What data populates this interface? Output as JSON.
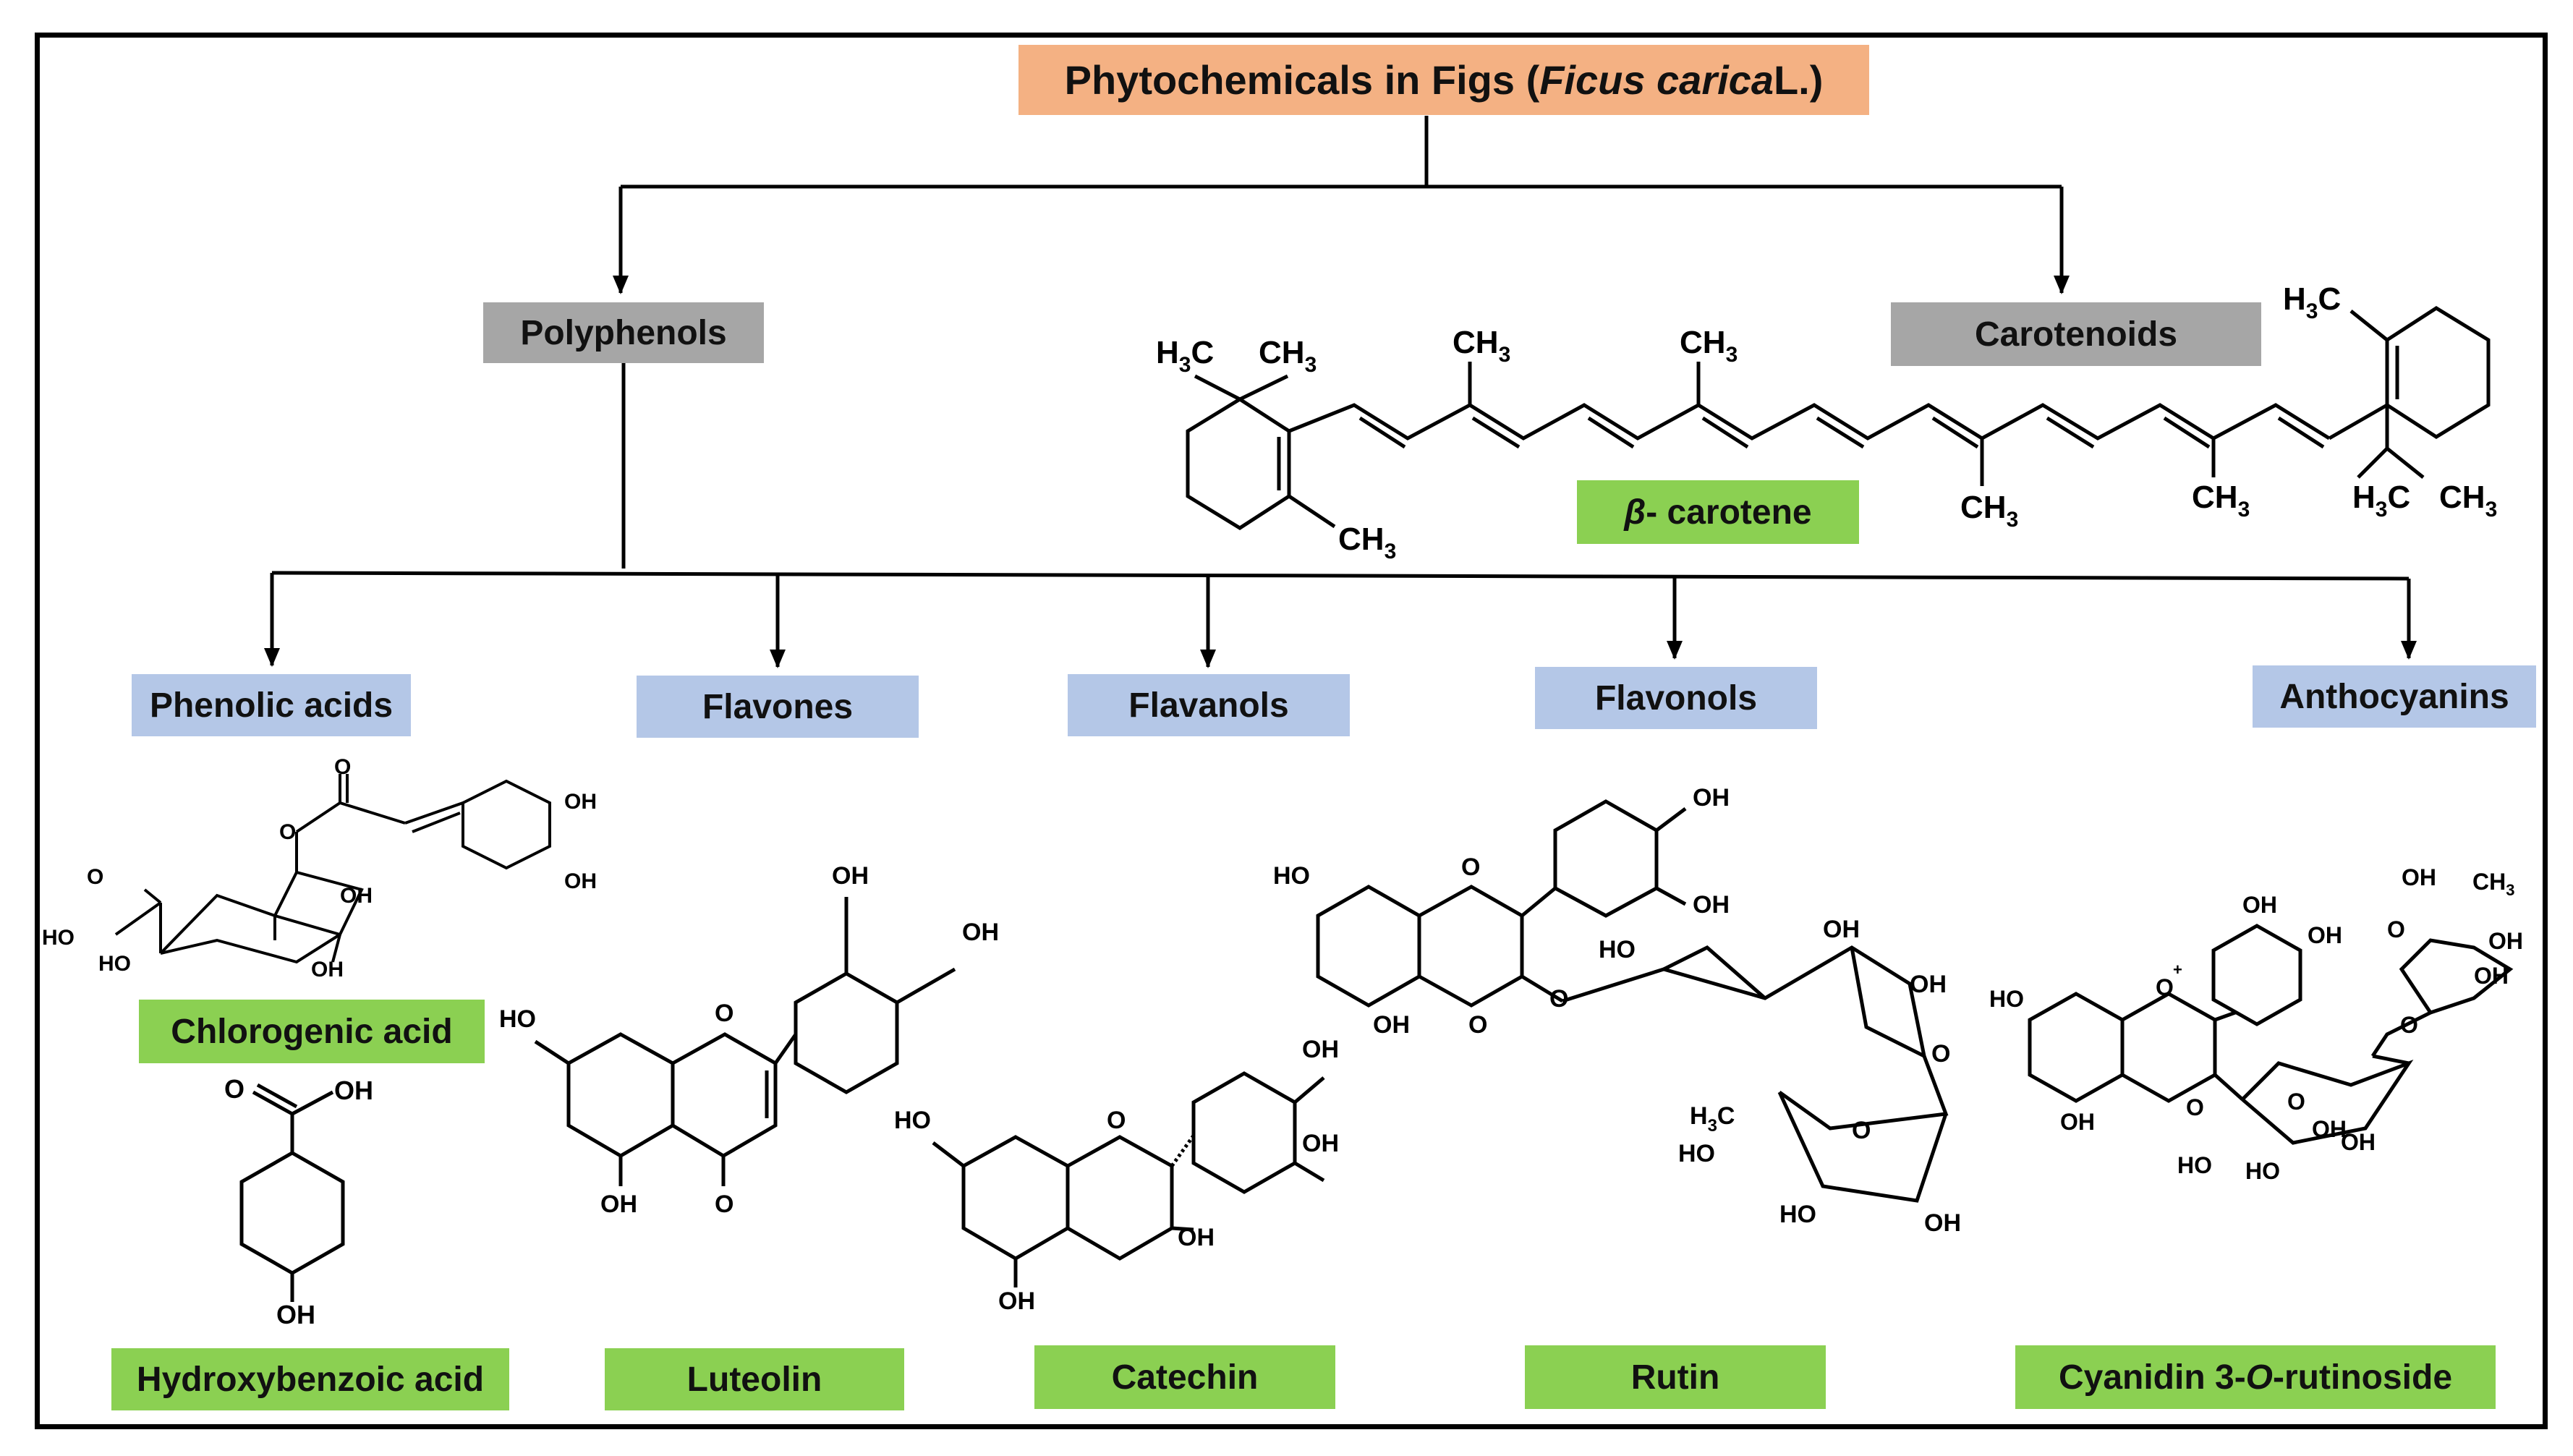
{
  "root": {
    "prefix": "Phytochemicals in Figs (",
    "italic": "Ficus carica",
    "suffix": " L.)"
  },
  "categories": {
    "polyphenols": "Polyphenols",
    "carotenoids": "Carotenoids"
  },
  "subclasses": {
    "phenolic_acids": "Phenolic acids",
    "flavones": "Flavones",
    "flavanols": "Flavanols",
    "flavonols": "Flavonols",
    "anthocyanins": "Anthocyanins"
  },
  "compounds": {
    "beta_carotene": {
      "greek": "β",
      "text": "- carotene"
    },
    "chlorogenic_acid": "Chlorogenic acid",
    "hydroxybenzoic_acid": "Hydroxybenzoic acid",
    "luteolin": "Luteolin",
    "catechin": "Catechin",
    "rutin": "Rutin",
    "cyanidin": {
      "prefix": "Cyanidin 3-",
      "italic": "O",
      "suffix": "-rutinoside"
    }
  },
  "atom_labels": {
    "ch3": "CH",
    "h3c": "H",
    "sub3": "3",
    "c": "C",
    "oh": "OH",
    "ho": "HO",
    "o": "O",
    "plus": "+"
  },
  "colors": {
    "root_box": "#f4b183",
    "category_box": "#a6a6a6",
    "subclass_box": "#b4c7e7",
    "compound_box": "#8bd052"
  }
}
